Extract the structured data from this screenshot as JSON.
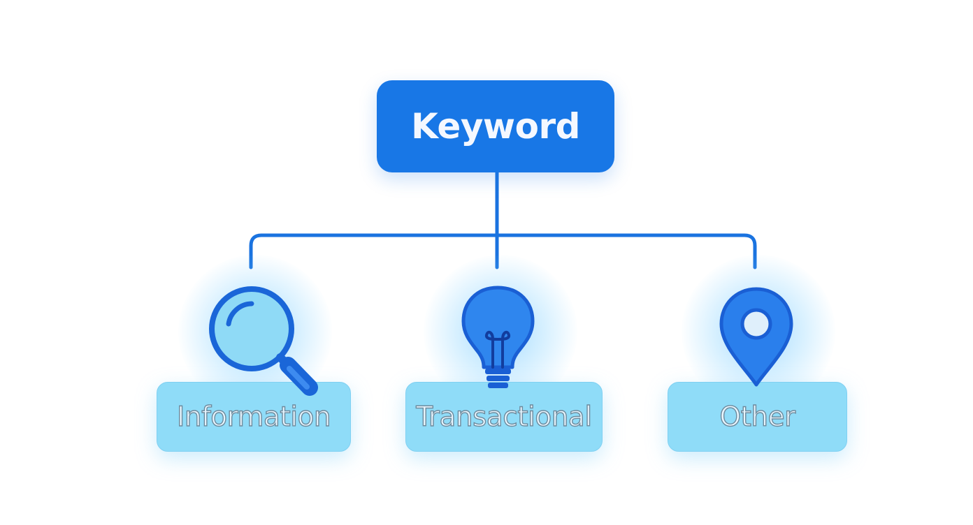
{
  "diagram": {
    "root": {
      "label": "Keyword"
    },
    "children": [
      {
        "label": "Information",
        "icon": "magnifying-glass-icon"
      },
      {
        "label": "Transactional",
        "icon": "lightbulb-icon"
      },
      {
        "label": "Other",
        "icon": "map-pin-icon"
      }
    ]
  },
  "colors": {
    "primary": "#1877e6",
    "connector": "#1a73e0",
    "child_fill": "#8fdcf8",
    "glow": "#5cbeff"
  }
}
